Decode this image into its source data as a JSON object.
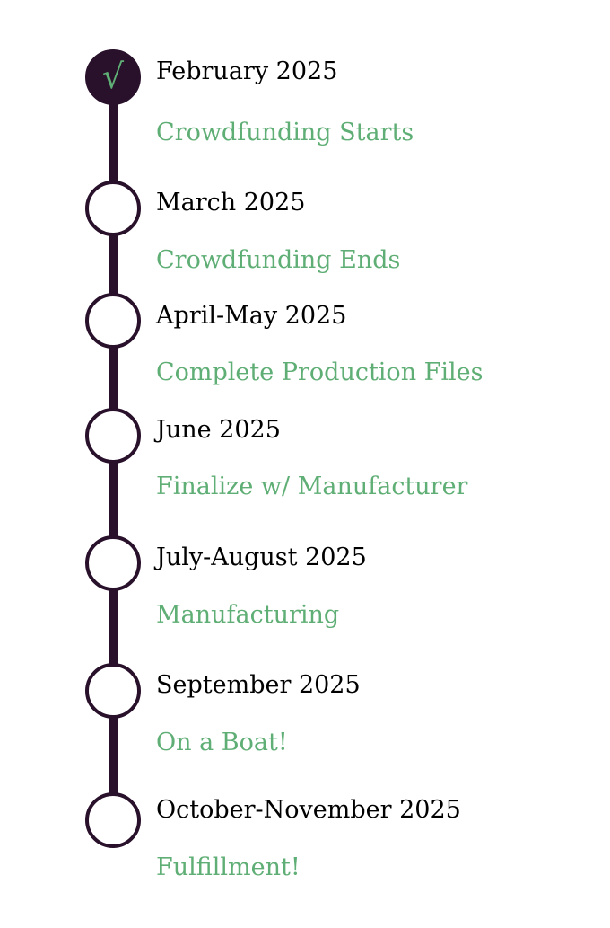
{
  "colors": {
    "line": "#29112b",
    "accent": "#5fae75",
    "text": "#000000"
  },
  "milestones": [
    {
      "date": "February 2025",
      "label": "Crowdfunding Starts",
      "done": true,
      "icon": "check-icon",
      "check": "√"
    },
    {
      "date": "March 2025",
      "label": "Crowdfunding Ends",
      "done": false
    },
    {
      "date": "April-May 2025",
      "label": "Complete Production Files",
      "done": false
    },
    {
      "date": "June 2025",
      "label": "Finalize w/ Manufacturer",
      "done": false
    },
    {
      "date": "July-August 2025",
      "label": "Manufacturing",
      "done": false
    },
    {
      "date": "September 2025",
      "label": "On a Boat!",
      "done": false
    },
    {
      "date": "October-November 2025",
      "label": "Fulfillment!",
      "done": false
    }
  ]
}
